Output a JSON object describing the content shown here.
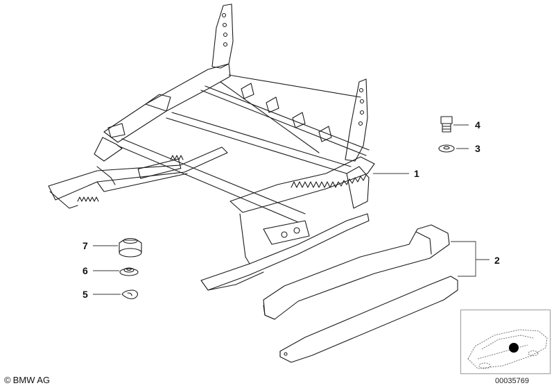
{
  "callouts": {
    "c1": "1",
    "c2": "2",
    "c3": "3",
    "c4": "4",
    "c5": "5",
    "c6": "6",
    "c7": "7"
  },
  "footer": {
    "copyright_symbol": "©",
    "copyright_text": "BMW AG",
    "drawing_number": "00035769"
  },
  "colors": {
    "line": "#1a1a1a",
    "leader": "#333333",
    "marker": "#000000"
  }
}
